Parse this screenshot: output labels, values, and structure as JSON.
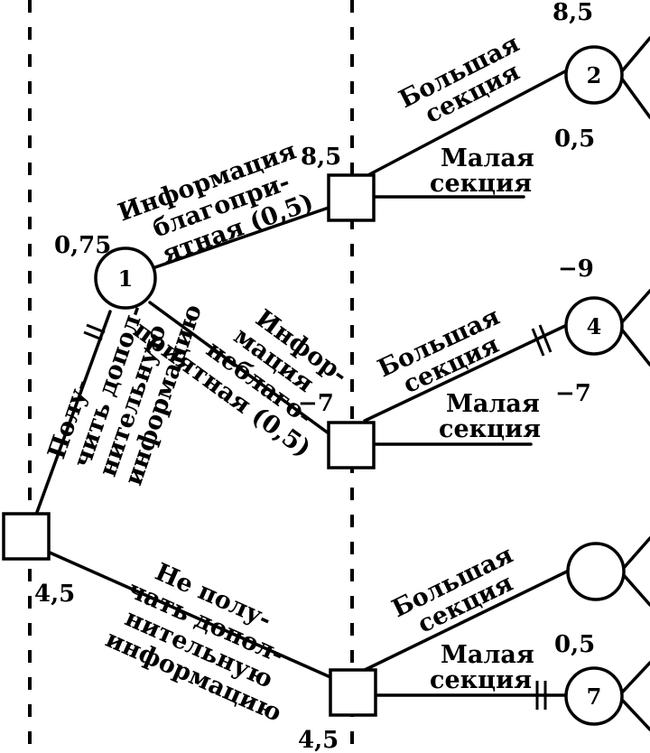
{
  "decision_nodes": [
    "",
    "",
    "",
    ""
  ],
  "chance_nodes": {
    "c1": "1",
    "c2": "2",
    "c4": "4",
    "c7": "7"
  },
  "values": {
    "v_root": "4,5",
    "v_c1": "0,75",
    "v_d1": "8,5",
    "v_d2": "−7",
    "v_d3": "4,5",
    "v_c2_top": "8,5",
    "v_c2_bottom": "0,5",
    "v_c4_top": "−9",
    "v_c4_bottom": "−7",
    "v_c7_top": "0,5"
  },
  "branches": {
    "get_info": [
      "Полу-",
      "чить допол-",
      "нительную",
      "информацию"
    ],
    "no_info": [
      "Не полу-",
      "чать допол-",
      "нительную",
      "информацию"
    ],
    "favorable": [
      "Информация",
      "благопри-",
      "ятная (0,5)"
    ],
    "unfavorable": [
      "Инфор-",
      "мация",
      "неблаго-",
      "приятная (0,5)"
    ],
    "big_section": [
      "Большая",
      "секция"
    ],
    "small_section": [
      "Малая",
      "секция"
    ]
  }
}
